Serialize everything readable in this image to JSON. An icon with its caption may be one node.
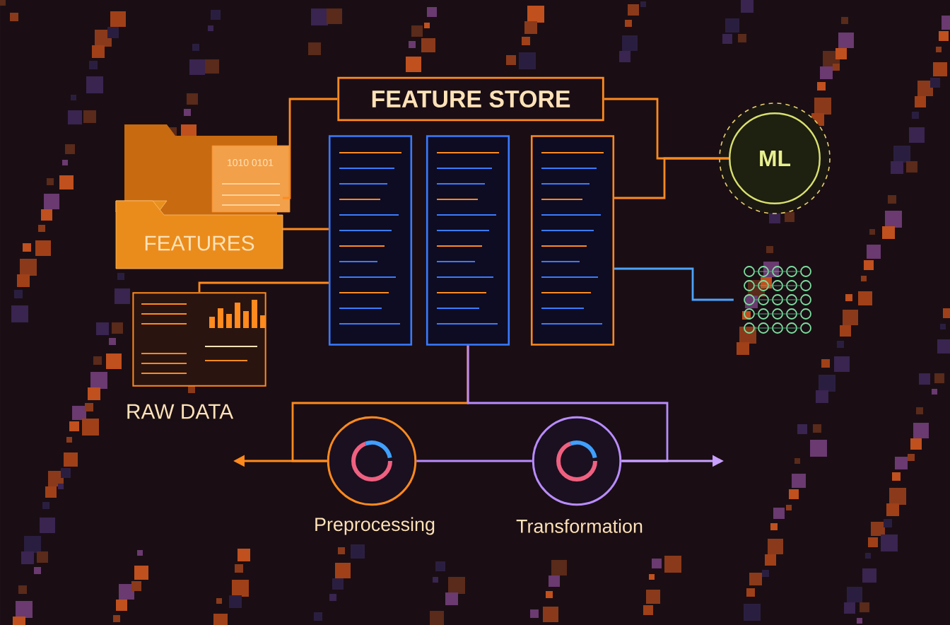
{
  "diagram": {
    "nodes": [
      {
        "text": [
          "FEATURE STORE"
        ]
      },
      {
        "text": [
          "1010 0101",
          "FEATURES"
        ]
      },
      {
        "text": [
          "RAW DATA"
        ]
      },
      {
        "text": [],
        "shape": "box"
      },
      {
        "text": [],
        "shape": "box"
      },
      {
        "text": [],
        "shape": "box"
      },
      {
        "text": [
          "ML"
        ]
      },
      {
        "text": [],
        "shape": "picture"
      },
      {
        "text": [
          "Preprocessing"
        ]
      },
      {
        "text": [
          "Transformation"
        ]
      }
    ],
    "edges": [
      {
        "from": 0,
        "to": 1,
        "arrow": "none"
      },
      {
        "from": 0,
        "to": 6,
        "arrow": "none"
      },
      {
        "from": 1,
        "to": 3,
        "arrow": "none"
      },
      {
        "from": 2,
        "to": 3,
        "arrow": "none"
      },
      {
        "from": 5,
        "to": 6,
        "arrow": "none"
      },
      {
        "from": 5,
        "to": 7,
        "arrow": "none",
        "color": "#4da3ff"
      },
      {
        "from": 4,
        "to": 8,
        "arrow": "none"
      },
      {
        "from": 4,
        "to": 9,
        "arrow": "none",
        "color": "#b98cff"
      },
      {
        "from": 8,
        "to": 9,
        "arrow": "none",
        "color": "#b98cff"
      },
      {
        "from": 8,
        "to": null,
        "arrow": "to"
      },
      {
        "from": 9,
        "to": null,
        "arrow": "to",
        "color": "#c9a0ff"
      }
    ]
  }
}
